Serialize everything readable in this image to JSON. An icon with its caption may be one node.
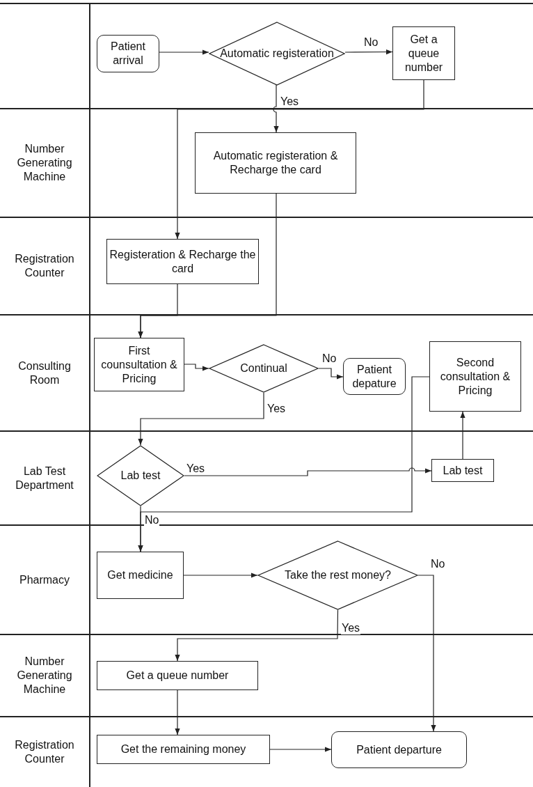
{
  "diagram": {
    "nodes": [
      {
        "text": [],
        "shape": "band"
      },
      {
        "text": [
          "Patient arrival"
        ],
        "in": 0
      },
      {
        "text": [
          "Automatic registeration"
        ],
        "in": 0
      },
      {
        "text": [
          "Get a queue number"
        ],
        "in": 0
      },
      {
        "text": [
          "Number Generating Machine"
        ]
      },
      {
        "text": [
          "Automatic registeration & Recharge the card"
        ],
        "in": 4
      },
      {
        "text": [
          "Registration Counter"
        ]
      },
      {
        "text": [
          "Registeration & Recharge the card"
        ],
        "in": 6
      },
      {
        "text": [
          "Consulting Room"
        ]
      },
      {
        "text": [
          "First counsultation & Pricing"
        ],
        "in": 8
      },
      {
        "text": [
          "Continual"
        ],
        "in": 8
      },
      {
        "text": [
          "Patient depature"
        ],
        "in": 8
      },
      {
        "text": [
          "Second consultation & Pricing"
        ],
        "in": 8
      },
      {
        "text": [
          "Lab Test Department"
        ]
      },
      {
        "text": [
          "Lab test"
        ],
        "in": 13
      },
      {
        "text": [
          "Lab test"
        ],
        "in": 13
      },
      {
        "text": [
          "Pharmacy"
        ]
      },
      {
        "text": [
          "Get medicine"
        ],
        "in": 16
      },
      {
        "text": [
          "Take the rest money?"
        ],
        "in": 16
      },
      {
        "text": [
          "Number Generating Machine"
        ]
      },
      {
        "text": [
          "Get a queue number"
        ],
        "in": 19
      },
      {
        "text": [
          "Registration Counter"
        ]
      },
      {
        "text": [
          "Get the remaining money"
        ],
        "in": 21
      },
      {
        "text": [
          "Patient departure"
        ],
        "in": 21
      }
    ],
    "edges": [
      {
        "from": 1,
        "to": 2,
        "arrow": "to"
      },
      {
        "from": 2,
        "to": 3,
        "arrow": "to",
        "label": "No"
      },
      {
        "from": 2,
        "to": 5,
        "arrow": "to",
        "label": "Yes"
      },
      {
        "from": 3,
        "to": 7,
        "arrow": "to"
      },
      {
        "from": 5,
        "to": 9,
        "arrow": "to"
      },
      {
        "from": 7,
        "to": 9,
        "arrow": "to"
      },
      {
        "from": 9,
        "to": 10,
        "arrow": "to"
      },
      {
        "from": 10,
        "to": 11,
        "arrow": "to",
        "label": "No"
      },
      {
        "from": 10,
        "to": 14,
        "arrow": "to",
        "label": "Yes"
      },
      {
        "from": 14,
        "to": 15,
        "arrow": "to",
        "label": "Yes"
      },
      {
        "from": 15,
        "to": 12,
        "arrow": "to"
      },
      {
        "from": 14,
        "to": 17,
        "arrow": "to",
        "label": "No"
      },
      {
        "from": 12,
        "to": 17,
        "arrow": "to"
      },
      {
        "from": 17,
        "to": 18,
        "arrow": "to"
      },
      {
        "from": 18,
        "to": 20,
        "arrow": "to",
        "label": "Yes"
      },
      {
        "from": 18,
        "to": 23,
        "arrow": "to",
        "label": "No"
      },
      {
        "from": 20,
        "to": 22,
        "arrow": "to"
      },
      {
        "from": 22,
        "to": 23,
        "arrow": "to"
      }
    ]
  }
}
